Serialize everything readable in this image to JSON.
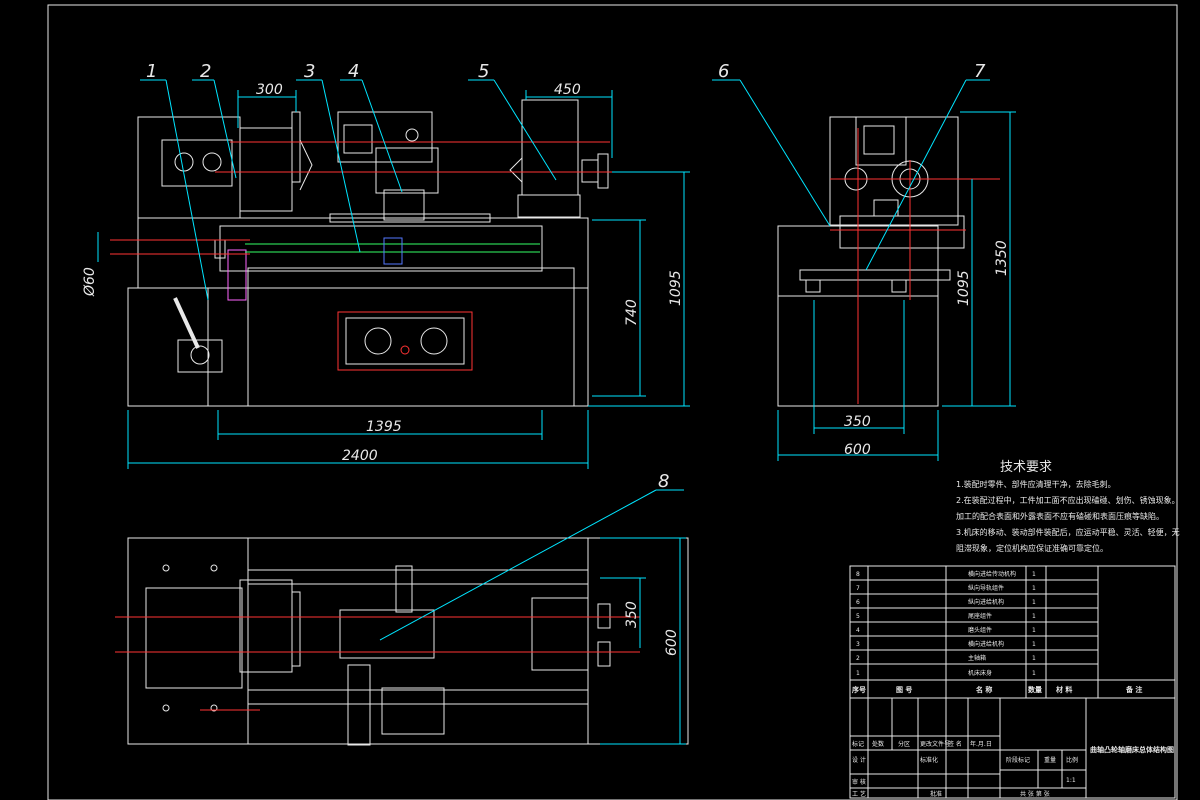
{
  "dimensions": {
    "d300": "300",
    "d450": "450",
    "d740": "740",
    "d1095a": "1095",
    "d1095b": "1095",
    "d1350": "1350",
    "d1395": "1395",
    "d2400": "2400",
    "d60": "Ø60",
    "d350a": "350",
    "d600a": "600",
    "d350b": "350",
    "d600b": "600"
  },
  "part_labels": [
    "1",
    "2",
    "3",
    "4",
    "5",
    "6",
    "7",
    "8"
  ],
  "notes": {
    "title": "技术要求",
    "lines": [
      "1.装配时零件、部件应清理干净，去除毛刺。",
      "2.在装配过程中，工件加工面不应出现磕碰、划伤、锈蚀现象。",
      "加工的配合表面和外露表面不应有磕碰和表面压痕等缺陷。",
      "3.机床的移动、装动部件装配后，应运动平稳、灵活、轻便，无",
      "阻滞现象，定位机构应保证准确可靠定位。"
    ]
  },
  "bom": {
    "rows": [
      {
        "no": "8",
        "name": "横向进给传动机构",
        "qty": "1"
      },
      {
        "no": "7",
        "name": "纵向导轨组件",
        "qty": "1"
      },
      {
        "no": "6",
        "name": "纵向进给机构",
        "qty": "1"
      },
      {
        "no": "5",
        "name": "尾座组件",
        "qty": "1"
      },
      {
        "no": "4",
        "name": "磨头组件",
        "qty": "1"
      },
      {
        "no": "3",
        "name": "横向进给机构",
        "qty": "1"
      },
      {
        "no": "2",
        "name": "主轴箱",
        "qty": "1"
      },
      {
        "no": "1",
        "name": "机床床身",
        "qty": "1"
      }
    ],
    "header": {
      "no": "序号",
      "code": "图 号",
      "name": "名 称",
      "qty": "数量",
      "material": "材 料",
      "note": "备 注"
    }
  },
  "titleblock": {
    "marks": [
      "标记",
      "处数",
      "分区",
      "更改文件号",
      "签 名",
      "年.月.日"
    ],
    "design": "设 计",
    "check": "审 核",
    "process": "工 艺",
    "standard": "标准化",
    "approve": "批准",
    "stage": "阶段标记",
    "weight": "重量",
    "scale": "比例",
    "scale_val": "1:1",
    "sheet": "共  张  第  张",
    "title": "曲轴凸轮轴磨床总体结构图"
  }
}
